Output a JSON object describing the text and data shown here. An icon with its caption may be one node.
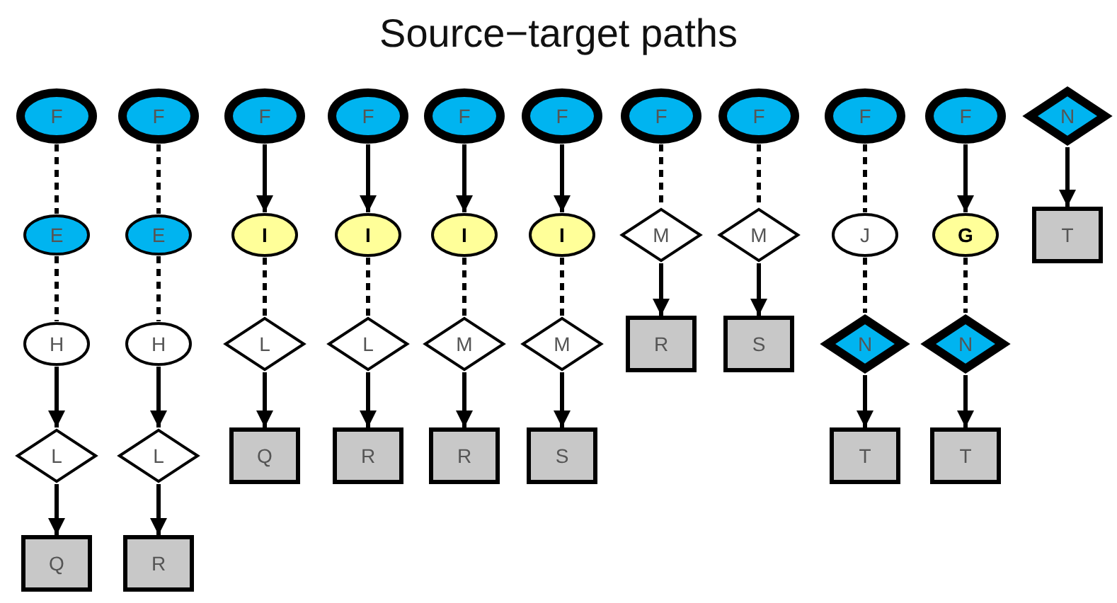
{
  "diagram": {
    "title": "Source−target paths",
    "nodes": [
      {
        "text": [
          "F"
        ]
      },
      {
        "text": [
          "E"
        ]
      },
      {
        "text": [
          "H"
        ]
      },
      {
        "text": [
          "L"
        ]
      },
      {
        "text": [
          "Q"
        ]
      },
      {
        "text": [
          "F"
        ]
      },
      {
        "text": [
          "E"
        ]
      },
      {
        "text": [
          "H"
        ]
      },
      {
        "text": [
          "L"
        ]
      },
      {
        "text": [
          "R"
        ]
      },
      {
        "text": [
          "F"
        ]
      },
      {
        "text": [
          "I"
        ]
      },
      {
        "text": [
          "L"
        ]
      },
      {
        "text": [
          "Q"
        ]
      },
      {
        "text": [
          "F"
        ]
      },
      {
        "text": [
          "I"
        ]
      },
      {
        "text": [
          "L"
        ]
      },
      {
        "text": [
          "R"
        ]
      },
      {
        "text": [
          "F"
        ]
      },
      {
        "text": [
          "I"
        ]
      },
      {
        "text": [
          "M"
        ]
      },
      {
        "text": [
          "R"
        ]
      },
      {
        "text": [
          "F"
        ]
      },
      {
        "text": [
          "I"
        ]
      },
      {
        "text": [
          "M"
        ]
      },
      {
        "text": [
          "S"
        ]
      },
      {
        "text": [
          "F"
        ]
      },
      {
        "text": [
          "M"
        ]
      },
      {
        "text": [
          "R"
        ]
      },
      {
        "text": [
          "F"
        ]
      },
      {
        "text": [
          "M"
        ]
      },
      {
        "text": [
          "S"
        ]
      },
      {
        "text": [
          "F"
        ]
      },
      {
        "text": [
          "J"
        ]
      },
      {
        "text": [
          "N"
        ]
      },
      {
        "text": [
          "T"
        ]
      },
      {
        "text": [
          "F"
        ]
      },
      {
        "text": [
          "G"
        ]
      },
      {
        "text": [
          "N"
        ]
      },
      {
        "text": [
          "T"
        ]
      },
      {
        "text": [
          "N"
        ]
      },
      {
        "text": [
          "T"
        ]
      }
    ],
    "edges": [
      {
        "from": 0,
        "to": 1,
        "arrow": "none",
        "style": "dashed"
      },
      {
        "from": 1,
        "to": 2,
        "arrow": "none",
        "style": "dashed"
      },
      {
        "from": 2,
        "to": 3,
        "arrow": "to"
      },
      {
        "from": 3,
        "to": 4,
        "arrow": "to"
      },
      {
        "from": 5,
        "to": 6,
        "arrow": "none",
        "style": "dashed"
      },
      {
        "from": 6,
        "to": 7,
        "arrow": "none",
        "style": "dashed"
      },
      {
        "from": 7,
        "to": 8,
        "arrow": "to"
      },
      {
        "from": 8,
        "to": 9,
        "arrow": "to"
      },
      {
        "from": 10,
        "to": 11,
        "arrow": "to"
      },
      {
        "from": 11,
        "to": 12,
        "arrow": "none",
        "style": "dashed"
      },
      {
        "from": 12,
        "to": 13,
        "arrow": "to"
      },
      {
        "from": 14,
        "to": 15,
        "arrow": "to"
      },
      {
        "from": 15,
        "to": 16,
        "arrow": "none",
        "style": "dashed"
      },
      {
        "from": 16,
        "to": 17,
        "arrow": "to"
      },
      {
        "from": 18,
        "to": 19,
        "arrow": "to"
      },
      {
        "from": 19,
        "to": 20,
        "arrow": "none",
        "style": "dashed"
      },
      {
        "from": 20,
        "to": 21,
        "arrow": "to"
      },
      {
        "from": 22,
        "to": 23,
        "arrow": "to"
      },
      {
        "from": 23,
        "to": 24,
        "arrow": "none",
        "style": "dashed"
      },
      {
        "from": 24,
        "to": 25,
        "arrow": "to"
      },
      {
        "from": 26,
        "to": 27,
        "arrow": "none",
        "style": "dashed"
      },
      {
        "from": 27,
        "to": 28,
        "arrow": "to"
      },
      {
        "from": 29,
        "to": 30,
        "arrow": "none",
        "style": "dashed"
      },
      {
        "from": 30,
        "to": 31,
        "arrow": "to"
      },
      {
        "from": 32,
        "to": 33,
        "arrow": "none",
        "style": "dashed"
      },
      {
        "from": 33,
        "to": 34,
        "arrow": "none",
        "style": "dashed"
      },
      {
        "from": 34,
        "to": 35,
        "arrow": "to"
      },
      {
        "from": 36,
        "to": 37,
        "arrow": "to"
      },
      {
        "from": 37,
        "to": 38,
        "arrow": "none",
        "style": "dashed"
      },
      {
        "from": 38,
        "to": 39,
        "arrow": "to"
      },
      {
        "from": 40,
        "to": 41,
        "arrow": "to"
      }
    ]
  }
}
